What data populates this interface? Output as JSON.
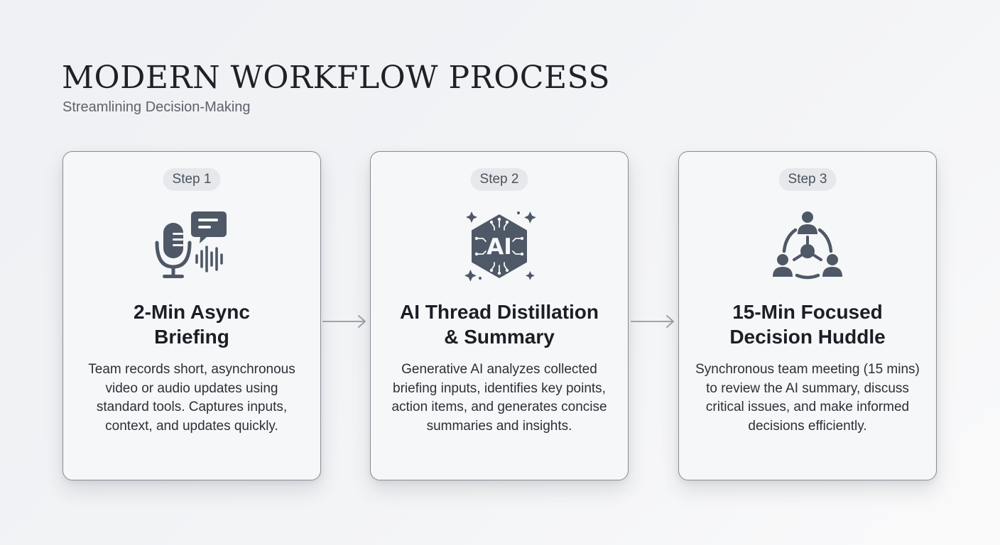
{
  "header": {
    "title": "MODERN WORKFLOW PROCESS",
    "subtitle": "Streamlining Decision-Making"
  },
  "steps": [
    {
      "badge": "Step 1",
      "icon": "microphone-chat-icon",
      "title_line1": "2-Min Async",
      "title_line2": "Briefing",
      "description": "Team records short, asynchronous video or audio updates using standard tools. Captures inputs, context, and updates quickly."
    },
    {
      "badge": "Step 2",
      "icon": "ai-chip-icon",
      "icon_text": "AI",
      "title_line1": "AI Thread Distillation",
      "title_line2": "& Summary",
      "description": "Generative AI analyzes collected briefing inputs, identifies key points, action items, and generates concise summaries and insights."
    },
    {
      "badge": "Step 3",
      "icon": "team-network-icon",
      "title_line1": "15-Min Focused",
      "title_line2": "Decision Huddle",
      "description": "Synchronous team meeting (15 mins) to review the AI summary, discuss critical issues, and make informed decisions efficiently."
    }
  ],
  "colors": {
    "icon": "#4f5866",
    "card_border": "#868c95",
    "arrow": "#9ea4ac"
  }
}
